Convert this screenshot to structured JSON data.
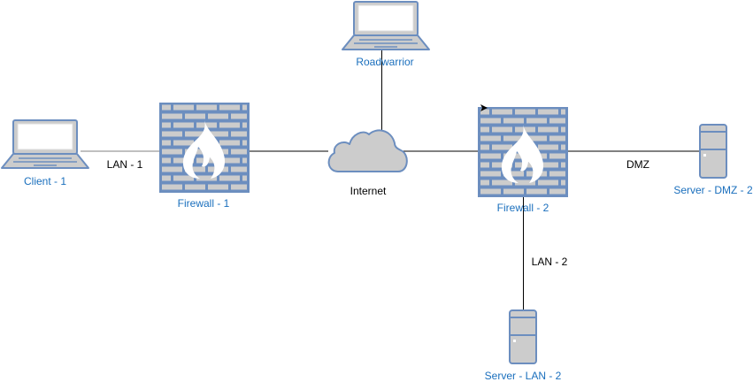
{
  "colors": {
    "stroke": "#6c8ebf",
    "fill": "#cccccc",
    "screen": "#ffffff",
    "node_label": "#1a6fbd",
    "edge_label": "#000000",
    "line": "#000000",
    "line_grey": "#808080"
  },
  "nodes": {
    "client1": {
      "label": "Client - 1",
      "type": "laptop-icon"
    },
    "firewall1": {
      "label": "Firewall - 1",
      "type": "firewall-icon"
    },
    "roadwarrior": {
      "label": "Roadwarrior",
      "type": "laptop-icon"
    },
    "internet": {
      "label": "Internet",
      "type": "cloud-icon"
    },
    "firewall2": {
      "label": "Firewall - 2",
      "type": "firewall-icon"
    },
    "server_dmz2": {
      "label": "Server - DMZ - 2",
      "type": "server-icon"
    },
    "server_lan2": {
      "label": "Server - LAN - 2",
      "type": "server-icon"
    }
  },
  "edges": {
    "lan1": {
      "label": "LAN - 1",
      "from": "client1",
      "to": "firewall1"
    },
    "fw1_internet": {
      "label": "",
      "from": "firewall1",
      "to": "internet"
    },
    "roadwarrior_internet": {
      "label": "",
      "from": "roadwarrior",
      "to": "internet"
    },
    "internet_fw2": {
      "label": "",
      "from": "internet",
      "to": "firewall2"
    },
    "dmz": {
      "label": "DMZ",
      "from": "firewall2",
      "to": "server_dmz2"
    },
    "lan2": {
      "label": "LAN - 2",
      "from": "firewall2",
      "to": "server_lan2"
    }
  }
}
